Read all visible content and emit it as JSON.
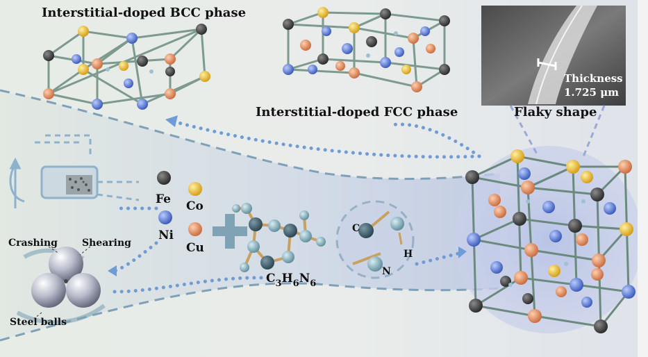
{
  "labels": {
    "bcc_title": "Interstitial-doped BCC phase",
    "fcc_title": "Interstitial-doped FCC phase",
    "flaky": "Flaky shape",
    "thickness_label": "Thickness",
    "thickness_value": "1.725 μm",
    "crashing": "Crashing",
    "shearing": "Shearing",
    "steel_balls": "Steel balls",
    "molecule_base": "C",
    "mol_sub1": "3",
    "mol_h": "H",
    "mol_sub2": "6",
    "mol_n": "N",
    "mol_sub3": "6",
    "atom_c": "C",
    "atom_n": "N",
    "atom_h": "H"
  },
  "elements": [
    {
      "symbol": "Fe",
      "color": "#3a3a3a"
    },
    {
      "symbol": "Co",
      "color": "#e6b52a"
    },
    {
      "symbol": "Ni",
      "color": "#5b7bd0"
    },
    {
      "symbol": "Cu",
      "color": "#e08a58"
    }
  ],
  "colors": {
    "fe": "#3a3a3a",
    "co": "#e6b52a",
    "ni": "#5b7bd0",
    "cu": "#e08a58",
    "bond": "#7d9a8f",
    "arrow": "#6f9bd6",
    "sem_bg": "#6a6a6a"
  },
  "icons": [
    "plus-icon",
    "ball-mill-icon",
    "steel-ball-icon",
    "sem-image"
  ]
}
